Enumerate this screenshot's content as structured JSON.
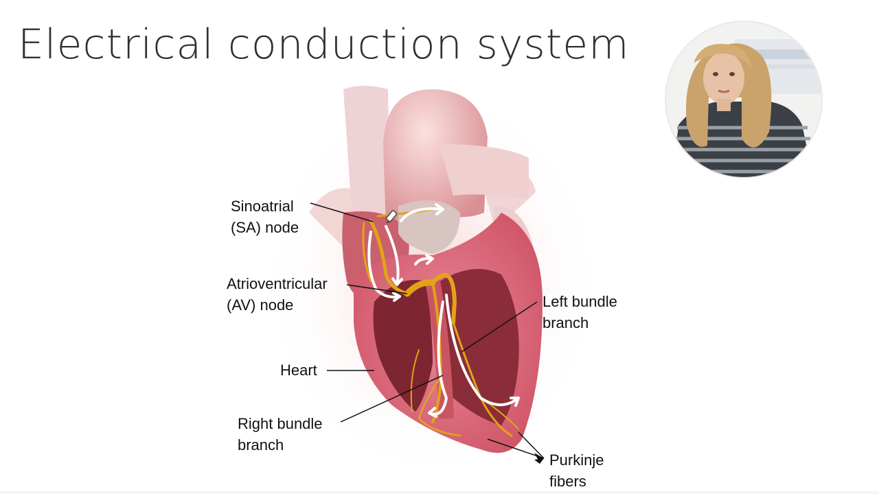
{
  "slide": {
    "title": "Electrical conduction system"
  },
  "figure": {
    "labels": {
      "sa_node": "Sinoatrial\n(SA) node",
      "av_node": "Atrioventricular\n(AV) node",
      "heart": "Heart",
      "right_bundle": "Right bundle\nbranch",
      "left_bundle": "Left bundle\nbranch",
      "purkinje": "Purkinje\nfibers"
    }
  },
  "colors": {
    "title": "#2f2f2f",
    "myocardium": "#d9677a",
    "chamber": "#7a2430",
    "conduction": "#e3a317",
    "arrows": "#ffffff"
  },
  "icons": {
    "presenter": "presenter-webcam",
    "pen_cursor": "pen-cursor-icon"
  }
}
